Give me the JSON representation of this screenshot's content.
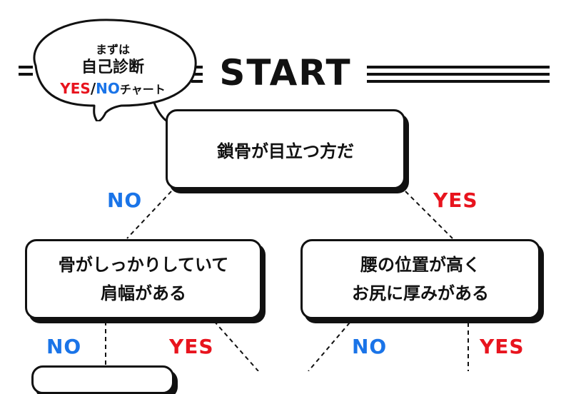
{
  "badge": {
    "line1": "まずは",
    "line2": "自己診断",
    "yes": "YES",
    "slash": "/",
    "no": "NO",
    "chart": "チャート"
  },
  "heading": "START",
  "questions": [
    {
      "lines": [
        "鎖骨が目立つ方だ"
      ]
    },
    {
      "lines": [
        "骨がしっかりしていて",
        "肩幅がある"
      ]
    },
    {
      "lines": [
        "腰の位置が高く",
        "お尻に厚みがある"
      ]
    }
  ],
  "branches": {
    "q1_no": "NO",
    "q1_yes": "YES",
    "q2_no": "NO",
    "q2_yes": "YES",
    "q3_no": "NO",
    "q3_yes": "YES"
  },
  "colors": {
    "yes": "#e8141e",
    "no": "#1a74e8",
    "ink": "#111111"
  }
}
